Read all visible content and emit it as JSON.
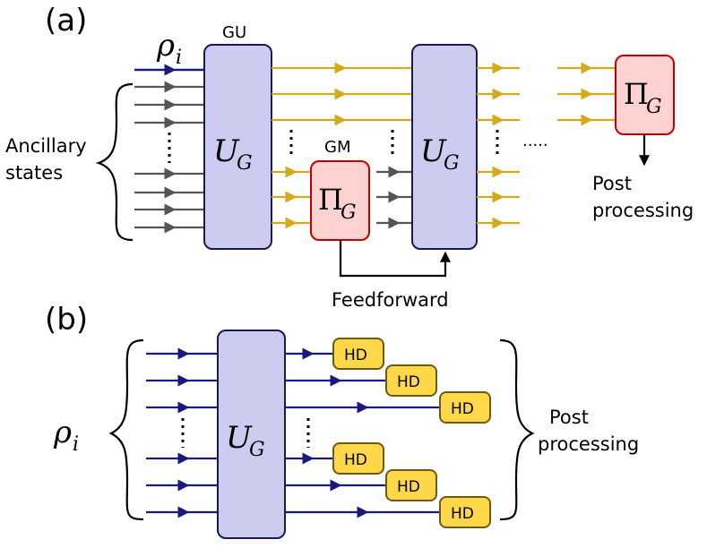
{
  "panel_a": {
    "label": "(a)",
    "input_state": "ρ",
    "input_state_sub": "i",
    "gate_unitary_label": "GU",
    "unitary_symbol": "U",
    "unitary_sub": "G",
    "measurement_label": "GM",
    "projector_symbol": "Π",
    "projector_sub": "G",
    "ancillary_label_line1": "Ancillary",
    "ancillary_label_line2": "states",
    "continuation_dots": "·····",
    "post_processing_line1": "Post",
    "post_processing_line2": "processing",
    "feedforward_label": "Feedforward"
  },
  "panel_b": {
    "label": "(b)",
    "input_state": "ρ",
    "input_state_sub": "i",
    "unitary_symbol": "U",
    "unitary_sub": "G",
    "detector_label": "HD",
    "post_processing_line1": "Post",
    "post_processing_line2": "processing"
  },
  "colors": {
    "navy_wire": "#1a1a7e",
    "gray_wire": "#555555",
    "gold_wire": "#d4aa1c",
    "unitary_fill": "#cccbf0",
    "unitary_stroke": "#1a1a4e",
    "projector_fill": "#ffd2d2",
    "projector_stroke": "#c00000",
    "hd_fill": "#ffd84a",
    "hd_stroke": "#6b5a10"
  }
}
